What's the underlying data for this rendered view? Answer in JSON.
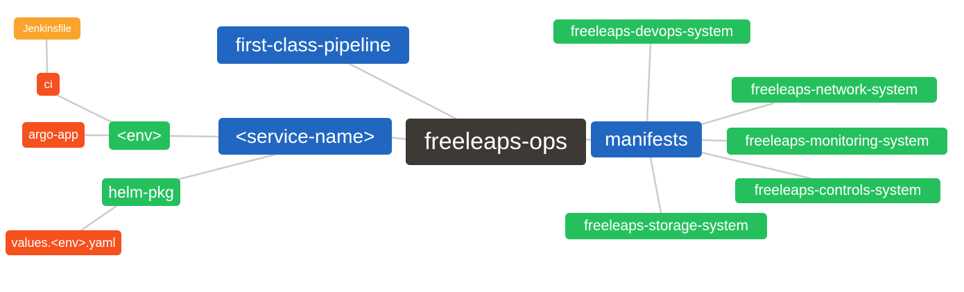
{
  "diagram": {
    "type": "mindmap",
    "background": "#ffffff",
    "edge_color": "#cccccc",
    "palette": {
      "blue": "#2167c1",
      "green": "#25c05d",
      "orange": "#f9a42c",
      "red": "#f4511e",
      "dark": "#3d3935",
      "text": "#ffffff"
    },
    "nodes": {
      "jenkinsfile": {
        "label": "Jenkinsfile",
        "color": "orange"
      },
      "ci": {
        "label": "ci",
        "color": "red"
      },
      "argo_app": {
        "label": "argo-app",
        "color": "red"
      },
      "env": {
        "label": "<env>",
        "color": "green"
      },
      "helm_pkg": {
        "label": "helm-pkg",
        "color": "green"
      },
      "values_env_yaml": {
        "label": "values.<env>.yaml",
        "color": "red"
      },
      "first_class_pipeline": {
        "label": "first-class-pipeline",
        "color": "blue"
      },
      "service_name": {
        "label": "<service-name>",
        "color": "blue"
      },
      "freeleaps_ops": {
        "label": "freeleaps-ops",
        "color": "dark"
      },
      "manifests": {
        "label": "manifests",
        "color": "blue"
      },
      "devops_system": {
        "label": "freeleaps-devops-system",
        "color": "green"
      },
      "network_system": {
        "label": "freeleaps-network-system",
        "color": "green"
      },
      "monitoring_system": {
        "label": "freeleaps-monitoring-system",
        "color": "green"
      },
      "controls_system": {
        "label": "freeleaps-controls-system",
        "color": "green"
      },
      "storage_system": {
        "label": "freeleaps-storage-system",
        "color": "green"
      }
    },
    "edges": [
      [
        "jenkinsfile",
        "ci"
      ],
      [
        "ci",
        "env"
      ],
      [
        "argo_app",
        "env"
      ],
      [
        "env",
        "service_name"
      ],
      [
        "helm_pkg",
        "service_name"
      ],
      [
        "values_env_yaml",
        "helm_pkg"
      ],
      [
        "service_name",
        "freeleaps_ops"
      ],
      [
        "first_class_pipeline",
        "freeleaps_ops"
      ],
      [
        "freeleaps_ops",
        "manifests"
      ],
      [
        "manifests",
        "devops_system"
      ],
      [
        "manifests",
        "network_system"
      ],
      [
        "manifests",
        "monitoring_system"
      ],
      [
        "manifests",
        "controls_system"
      ],
      [
        "manifests",
        "storage_system"
      ]
    ]
  }
}
